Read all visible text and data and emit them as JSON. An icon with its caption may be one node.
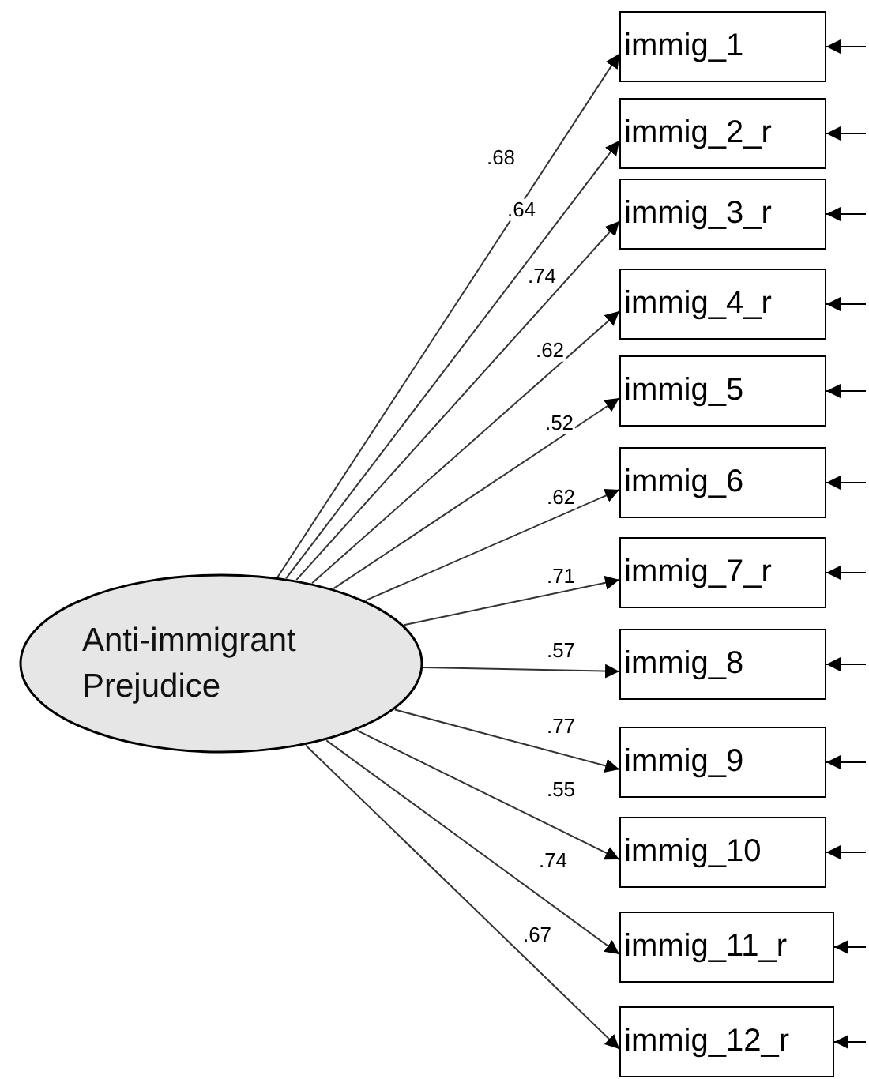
{
  "diagram": {
    "nodes": [
      {
        "text": [
          "Anti-immigrant Prejudice"
        ]
      },
      {
        "text": [
          "immig_1"
        ]
      },
      {
        "text": [
          "immig_2_r"
        ]
      },
      {
        "text": [
          "immig_3_r"
        ]
      },
      {
        "text": [
          "immig_4_r"
        ]
      },
      {
        "text": [
          "immig_5"
        ]
      },
      {
        "text": [
          "immig_6"
        ]
      },
      {
        "text": [
          "immig_7_r"
        ]
      },
      {
        "text": [
          "immig_8"
        ]
      },
      {
        "text": [
          "immig_9"
        ]
      },
      {
        "text": [
          "immig_10"
        ]
      },
      {
        "text": [
          "immig_11_r"
        ]
      },
      {
        "text": [
          "immig_12_r"
        ]
      }
    ],
    "edges": [
      {
        "from": 0,
        "to": 1,
        "arrow": "to",
        "label": ".68"
      },
      {
        "from": 0,
        "to": 2,
        "arrow": "to",
        "label": ".64"
      },
      {
        "from": 0,
        "to": 3,
        "arrow": "to",
        "label": ".74"
      },
      {
        "from": 0,
        "to": 4,
        "arrow": "to",
        "label": ".62"
      },
      {
        "from": 0,
        "to": 5,
        "arrow": "to",
        "label": ".52"
      },
      {
        "from": 0,
        "to": 6,
        "arrow": "to",
        "label": ".62"
      },
      {
        "from": 0,
        "to": 7,
        "arrow": "to",
        "label": ".71"
      },
      {
        "from": 0,
        "to": 8,
        "arrow": "to",
        "label": ".57"
      },
      {
        "from": 0,
        "to": 9,
        "arrow": "to",
        "label": ".77"
      },
      {
        "from": 0,
        "to": 10,
        "arrow": "to",
        "label": ".55"
      },
      {
        "from": 0,
        "to": 11,
        "arrow": "to",
        "label": ".74"
      },
      {
        "from": 0,
        "to": 12,
        "arrow": "to",
        "label": ".67"
      },
      {
        "from": null,
        "to": 1,
        "arrow": "to"
      },
      {
        "from": null,
        "to": 2,
        "arrow": "to"
      },
      {
        "from": null,
        "to": 3,
        "arrow": "to"
      },
      {
        "from": null,
        "to": 4,
        "arrow": "to"
      },
      {
        "from": null,
        "to": 5,
        "arrow": "to"
      },
      {
        "from": null,
        "to": 6,
        "arrow": "to"
      },
      {
        "from": null,
        "to": 7,
        "arrow": "to"
      },
      {
        "from": null,
        "to": 8,
        "arrow": "to"
      },
      {
        "from": null,
        "to": 9,
        "arrow": "to"
      },
      {
        "from": null,
        "to": 10,
        "arrow": "to"
      },
      {
        "from": null,
        "to": 11,
        "arrow": "to"
      },
      {
        "from": null,
        "to": 12,
        "arrow": "to"
      }
    ]
  }
}
